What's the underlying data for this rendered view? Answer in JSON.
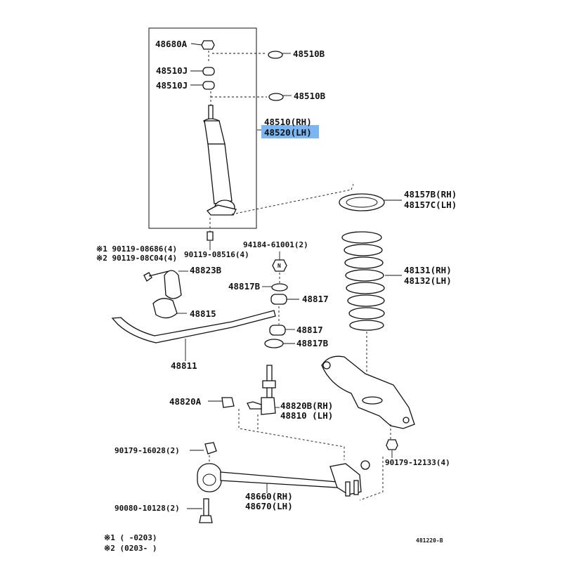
{
  "colors": {
    "highlight": "#7bb6f2",
    "ink": "#111111",
    "background": "#ffffff"
  },
  "labels": {
    "p48680A": "48680A",
    "p48510B_top": "48510B",
    "p48510J_1": "48510J",
    "p48510J_2": "48510J",
    "p48510B_mid": "48510B",
    "shock_rh": "48510(RH)",
    "shock_lh": "48520(LH)",
    "spring_seat_rh": "48157B(RH)",
    "spring_seat_lh": "48157C(LH)",
    "bolt_1": "※1 90119-08686(4)",
    "bolt_2": "※2 90119-08C04(4)",
    "bolt_shock": "90119-08516(4)",
    "nut_link": "94184-61001(2)",
    "bracket": "48823B",
    "cushion_b1": "48817B",
    "cushion_1": "48817",
    "bushing": "48815",
    "cushion_2": "48817",
    "cushion_b2": "48817B",
    "coil_rh": "48131(RH)",
    "coil_lh": "48132(LH)",
    "stabilizer": "48811",
    "link_bush": "48820A",
    "link_rh": "48820B(RH)",
    "link_lh": "48810  (LH)",
    "nut_90179_16028": "90179-16028(2)",
    "nut_90179_12133": "90179-12133(4)",
    "arm_rh": "48660(RH)",
    "arm_lh": "48670(LH)",
    "bolt_90080": "90080-10128(2)",
    "note_1": "※1 (     -0203)",
    "note_2": "※2 (0203-     )",
    "figure_id": "481220-B"
  }
}
